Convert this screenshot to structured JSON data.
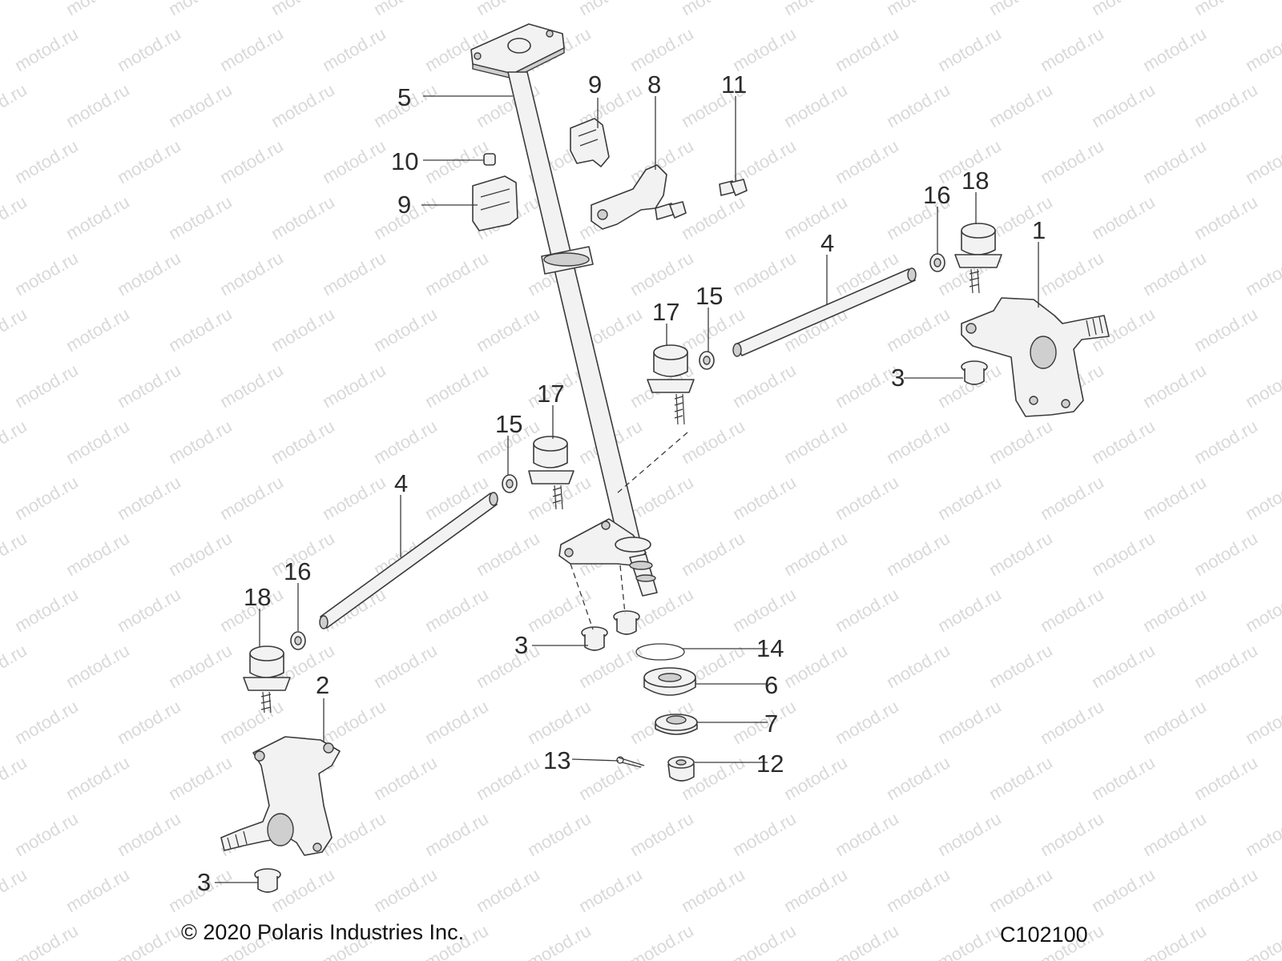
{
  "diagram": {
    "watermark_text": "motod.ru",
    "copyright": "© 2020 Polaris Industries Inc.",
    "figure_code": "C102100",
    "callouts": [
      "5",
      "9",
      "8",
      "11",
      "10",
      "9",
      "4",
      "16",
      "18",
      "1",
      "17",
      "15",
      "3",
      "17",
      "15",
      "4",
      "16",
      "18",
      "3",
      "14",
      "6",
      "7",
      "2",
      "13",
      "12",
      "3"
    ]
  }
}
